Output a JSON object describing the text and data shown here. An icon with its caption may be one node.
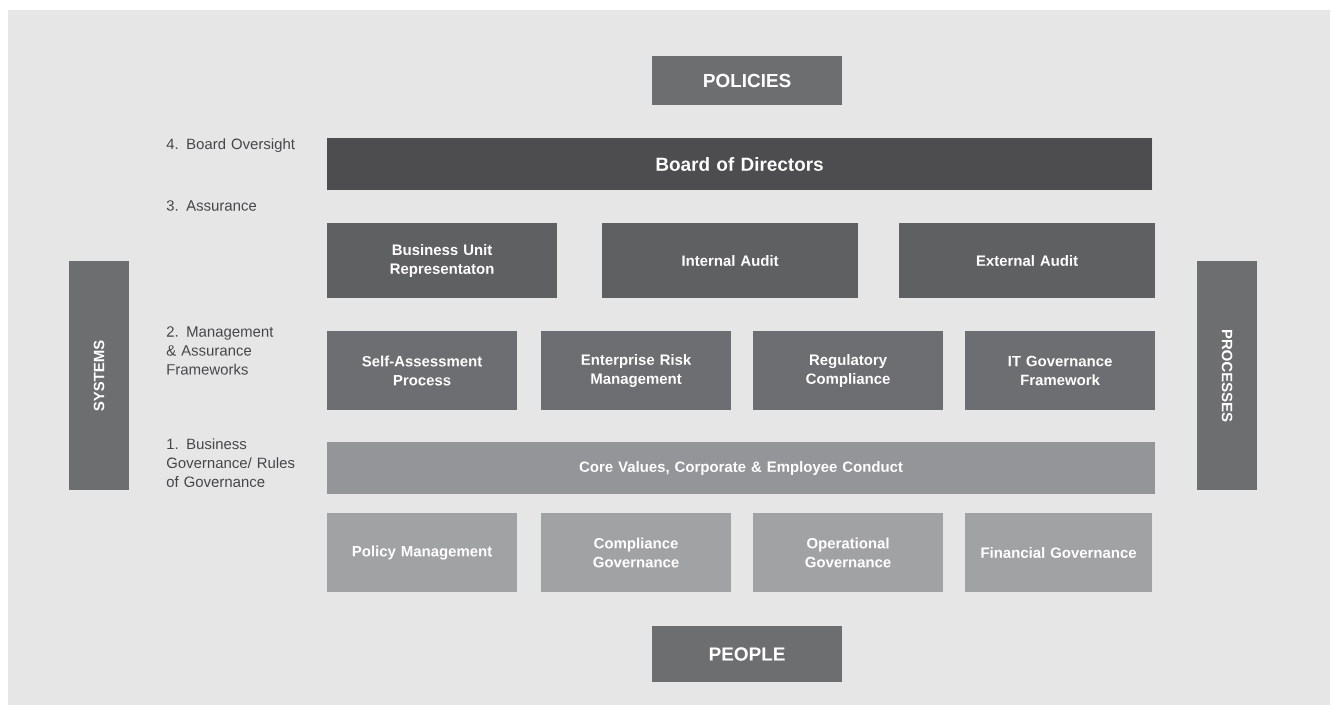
{
  "diagram": {
    "nodes": [
      {
        "text": [
          "POLICIES"
        ]
      },
      {
        "text": [
          "Board of Directors"
        ]
      },
      {
        "text": [
          "Business Unit Representaton"
        ]
      },
      {
        "text": [
          "Internal Audit"
        ]
      },
      {
        "text": [
          "External Audit"
        ]
      },
      {
        "text": [
          "Self-Assessment Process"
        ]
      },
      {
        "text": [
          "Enterprise Risk Management"
        ]
      },
      {
        "text": [
          "Regulatory Compliance"
        ]
      },
      {
        "text": [
          "IT Governance Framework"
        ]
      },
      {
        "text": [
          "Core Values, Corporate & Employee Conduct"
        ]
      },
      {
        "text": [
          "Policy Management"
        ]
      },
      {
        "text": [
          "Compliance Governance"
        ]
      },
      {
        "text": [
          "Operational Governance"
        ]
      },
      {
        "text": [
          "Financial Governance"
        ]
      },
      {
        "text": [
          "PEOPLE"
        ]
      },
      {
        "text": [
          "SYSTEMS"
        ]
      },
      {
        "text": [
          "PROCESSES"
        ]
      }
    ],
    "labels": [
      "4. Board Oversight",
      "3. Assurance",
      "2. Management & Assurance Frameworks",
      "1. Business Governance/ Rules of Governance"
    ]
  }
}
